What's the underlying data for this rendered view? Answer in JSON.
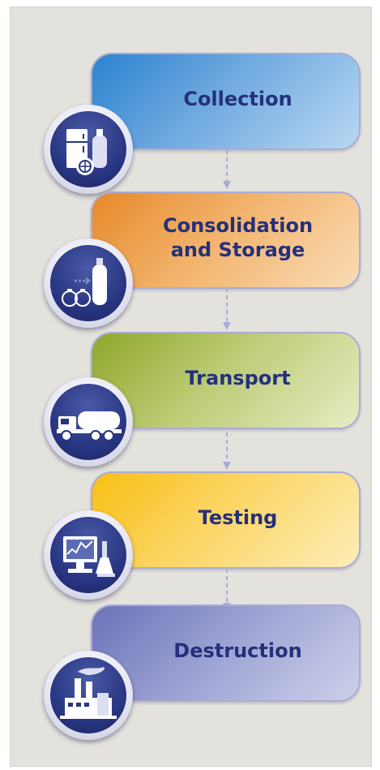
{
  "steps": [
    {
      "label": "Collection",
      "icon": "refrigerator-and-cylinder-icon",
      "gradient": [
        "#2b83cf",
        "#6fa9e0",
        "#b9d8f3"
      ]
    },
    {
      "label": "Consolidation\nand Storage",
      "icon": "gas-cylinders-icon",
      "gradient": [
        "#e7892a",
        "#f2b26a",
        "#f9dcb6"
      ]
    },
    {
      "label": "Transport",
      "icon": "tanker-truck-icon",
      "gradient": [
        "#8fa72b",
        "#bccb74",
        "#e6ecc4"
      ]
    },
    {
      "label": "Testing",
      "icon": "lab-computer-icon",
      "gradient": [
        "#f9bf14",
        "#fbd564",
        "#fdedb7"
      ]
    },
    {
      "label": "Destruction",
      "icon": "factory-icon",
      "gradient": [
        "#6c73b8",
        "#9aa0d2",
        "#cdd0ea"
      ]
    }
  ],
  "colors": {
    "label_text": "#25307b",
    "connector": "#a9acd6",
    "background": "#e4e2dc"
  }
}
